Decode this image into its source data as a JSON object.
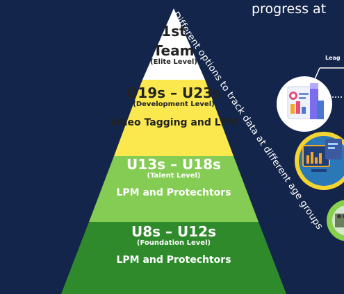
{
  "heading": "progress at",
  "diagonal_label": "Different options to track data at different age groups",
  "callout_label": "Leag",
  "tiers": [
    {
      "title_line1": "1st",
      "title_line2": "Team",
      "level": "(Elite Level)",
      "tools": ""
    },
    {
      "title": "U19s – U23s",
      "level": "(Development Level)",
      "tools": "Video Tagging and LPM"
    },
    {
      "title": "U13s – U18s",
      "level": "(Talent Level)",
      "tools": "LPM and Protechtors"
    },
    {
      "title": "U8s – U12s",
      "level": "(Foundation Level)",
      "tools": "LPM and Protechtors"
    }
  ],
  "colors": {
    "background": "#13254a",
    "tier_elite": "#ffffff",
    "tier_development": "#fbe84f",
    "tier_talent": "#84cc53",
    "tier_foundation": "#2f8a2c",
    "circle_frame": "#f3d432",
    "circle_green": "#88d14a"
  },
  "icons": [
    "analytics-dashboard-icon",
    "data-monitor-icon",
    "team-photo-icon"
  ]
}
